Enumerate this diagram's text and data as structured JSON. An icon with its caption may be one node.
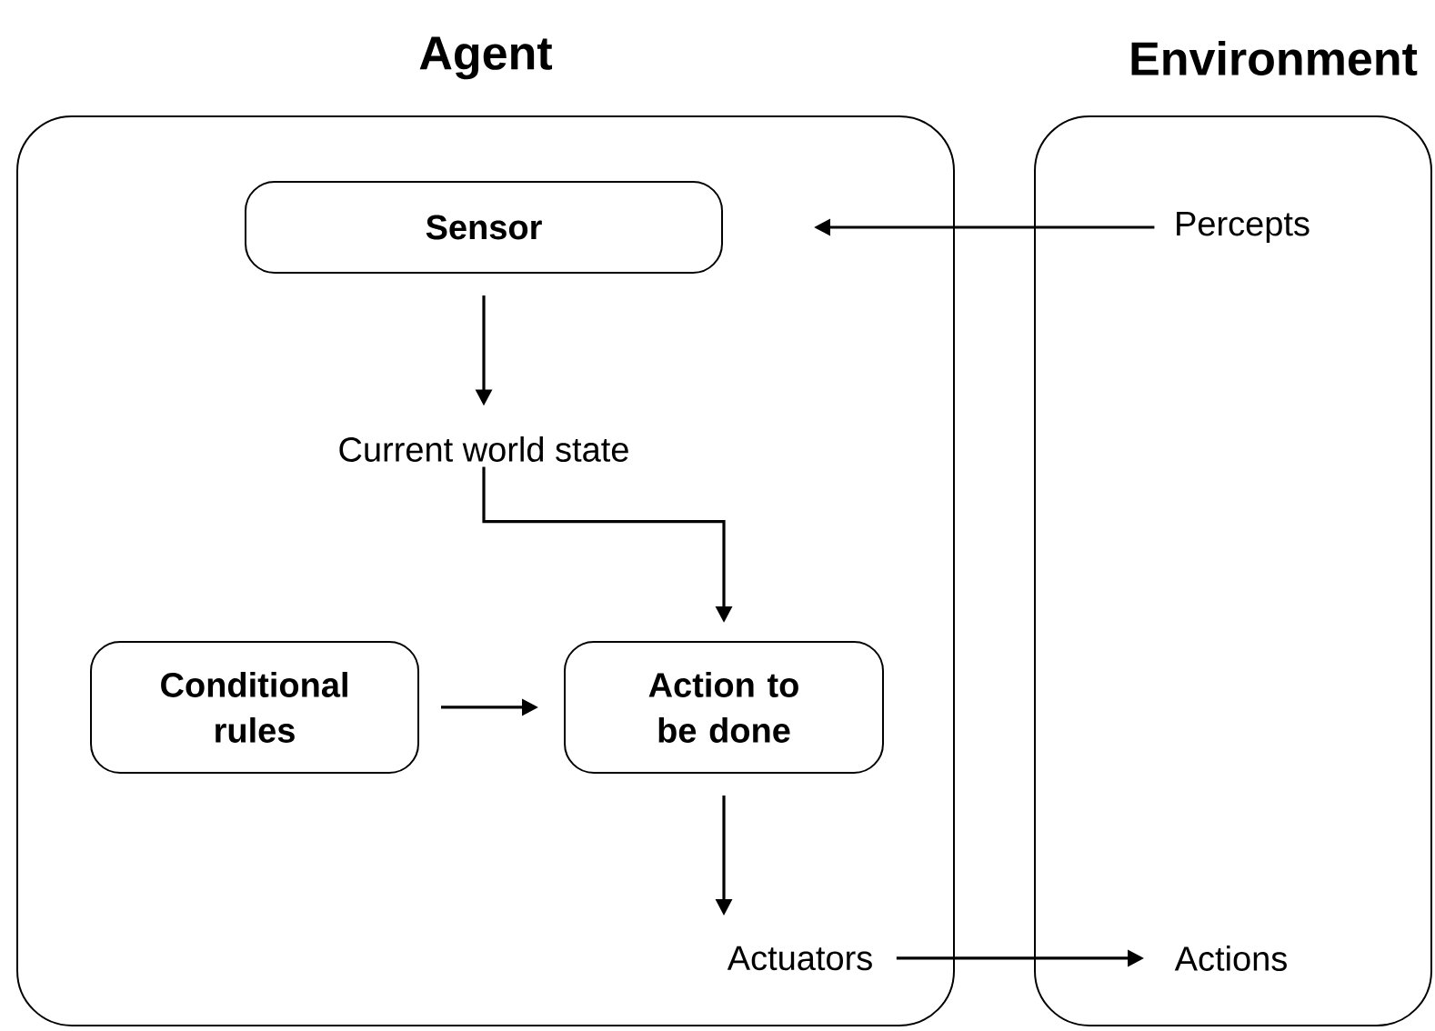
{
  "diagram": {
    "nodes": [
      {
        "text": [
          "Agent"
        ]
      },
      {
        "text": [
          "Environment"
        ]
      },
      {
        "text": [
          "Sensor"
        ],
        "in": 0
      },
      {
        "text": [
          "Percepts"
        ],
        "in": 1
      },
      {
        "text": [
          "Current world state"
        ],
        "in": 0
      },
      {
        "text": [
          "Conditional rules"
        ],
        "in": 0
      },
      {
        "text": [
          "Action to be done"
        ],
        "in": 0
      },
      {
        "text": [
          "Actuators"
        ],
        "in": 0
      },
      {
        "text": [
          "Actions"
        ],
        "in": 1
      }
    ],
    "edges": [
      {
        "from": 3,
        "to": 2,
        "arrow": "to"
      },
      {
        "from": 2,
        "to": 4,
        "arrow": "to"
      },
      {
        "from": 4,
        "to": 6,
        "arrow": "to"
      },
      {
        "from": 5,
        "to": 6,
        "arrow": "to"
      },
      {
        "from": 6,
        "to": 7,
        "arrow": "to"
      },
      {
        "from": 7,
        "to": 8,
        "arrow": "to"
      }
    ]
  }
}
